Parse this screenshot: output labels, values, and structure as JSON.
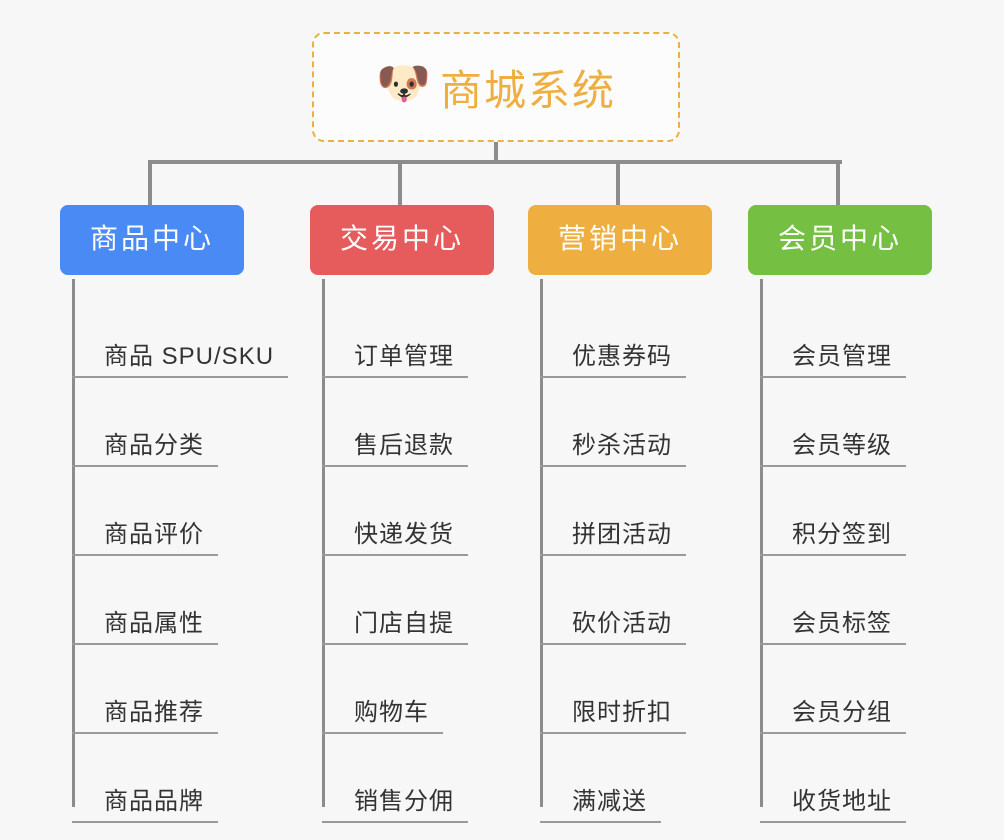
{
  "root": {
    "icon": "dog-face-emoji",
    "icon_glyph": "🐶",
    "title": "商城系统",
    "accent_color": "#eeae40"
  },
  "columns": [
    {
      "id": "product-center",
      "label": "商品中心",
      "color": "#4a8af4",
      "items": [
        "商品 SPU/SKU",
        "商品分类",
        "商品评价",
        "商品属性",
        "商品推荐",
        "商品品牌"
      ]
    },
    {
      "id": "trade-center",
      "label": "交易中心",
      "color": "#e65c5c",
      "items": [
        "订单管理",
        "售后退款",
        "快递发货",
        "门店自提",
        "购物车",
        "销售分佣"
      ]
    },
    {
      "id": "marketing-center",
      "label": "营销中心",
      "color": "#eeae40",
      "items": [
        "优惠券码",
        "秒杀活动",
        "拼团活动",
        "砍价活动",
        "限时折扣",
        "满减送"
      ]
    },
    {
      "id": "member-center",
      "label": "会员中心",
      "color": "#75c043",
      "items": [
        "会员管理",
        "会员等级",
        "积分签到",
        "会员标签",
        "会员分组",
        "收货地址"
      ]
    }
  ]
}
